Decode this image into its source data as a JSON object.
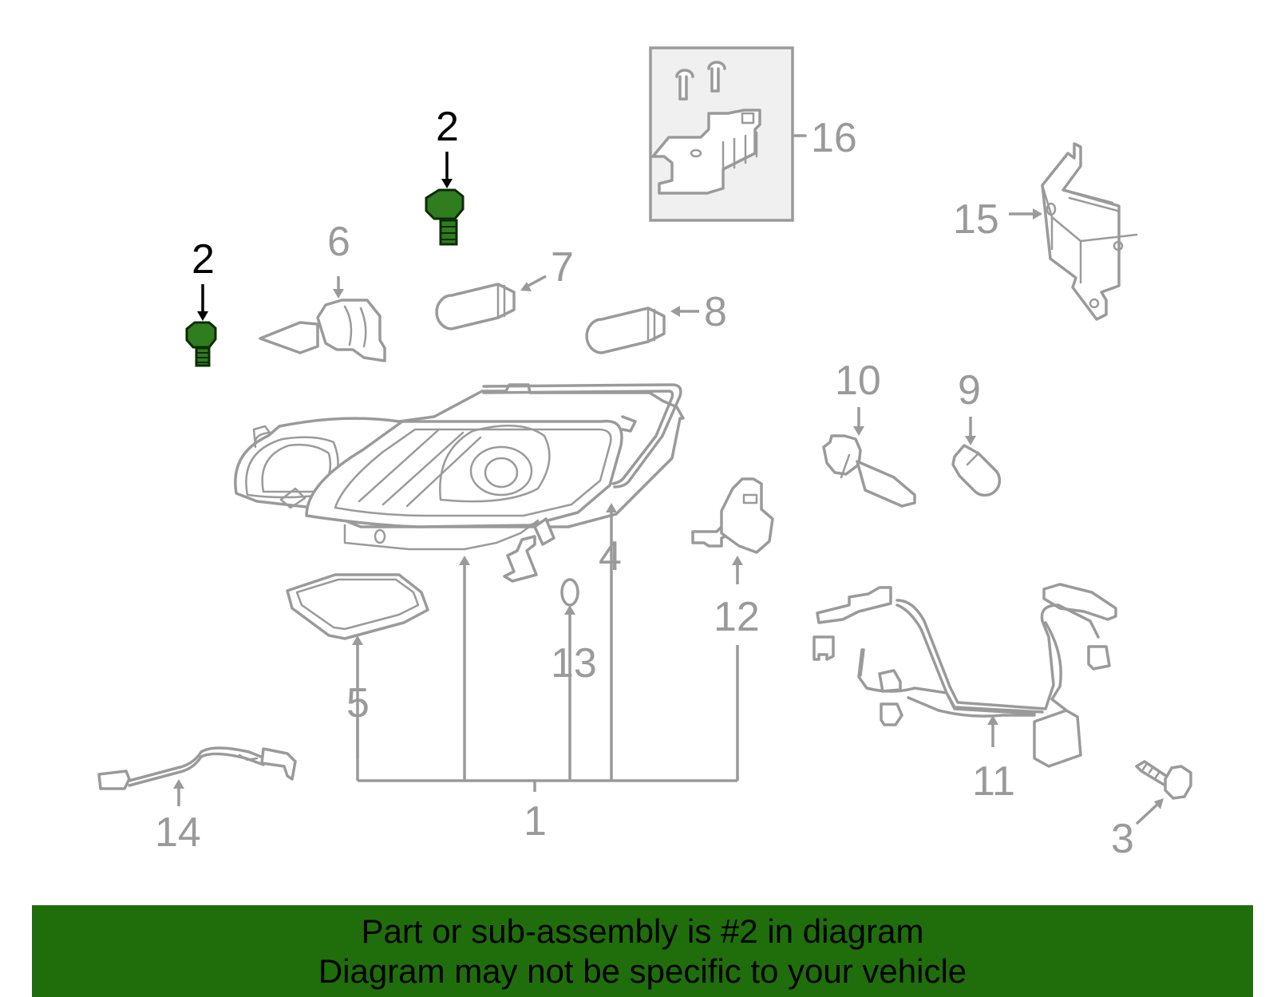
{
  "diagram": {
    "callouts": [
      {
        "id": "1",
        "label": "1",
        "highlighted": false
      },
      {
        "id": "2a",
        "label": "2",
        "highlighted": true
      },
      {
        "id": "2b",
        "label": "2",
        "highlighted": true
      },
      {
        "id": "3",
        "label": "3",
        "highlighted": false
      },
      {
        "id": "4",
        "label": "4",
        "highlighted": false
      },
      {
        "id": "5",
        "label": "5",
        "highlighted": false
      },
      {
        "id": "6",
        "label": "6",
        "highlighted": false
      },
      {
        "id": "7",
        "label": "7",
        "highlighted": false
      },
      {
        "id": "8",
        "label": "8",
        "highlighted": false
      },
      {
        "id": "9",
        "label": "9",
        "highlighted": false
      },
      {
        "id": "10",
        "label": "10",
        "highlighted": false
      },
      {
        "id": "11",
        "label": "11",
        "highlighted": false
      },
      {
        "id": "12",
        "label": "12",
        "highlighted": false
      },
      {
        "id": "13",
        "label": "13",
        "highlighted": false
      },
      {
        "id": "14",
        "label": "14",
        "highlighted": false
      },
      {
        "id": "15",
        "label": "15",
        "highlighted": false
      },
      {
        "id": "16",
        "label": "16",
        "highlighted": false
      }
    ],
    "colors": {
      "line": "#9a9a9a",
      "highlight_part": "#2f7d1e",
      "highlight_label": "#000000",
      "banner_bg": "#1f6e0b",
      "banner_text": "#000000"
    }
  },
  "banner": {
    "line1": "Part or sub-assembly is #2 in diagram",
    "line2": "Diagram may not be specific to your vehicle"
  }
}
